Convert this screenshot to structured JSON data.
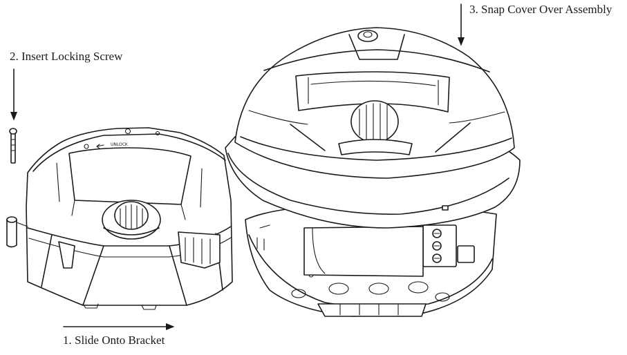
{
  "steps": [
    {
      "number": 1,
      "label": "1. Slide Onto Bracket"
    },
    {
      "number": 2,
      "label": "2. Insert Locking Screw"
    },
    {
      "number": 3,
      "label": "3. Snap Cover Over Assembly"
    }
  ],
  "markings": {
    "unlock": "UNLOCK"
  }
}
